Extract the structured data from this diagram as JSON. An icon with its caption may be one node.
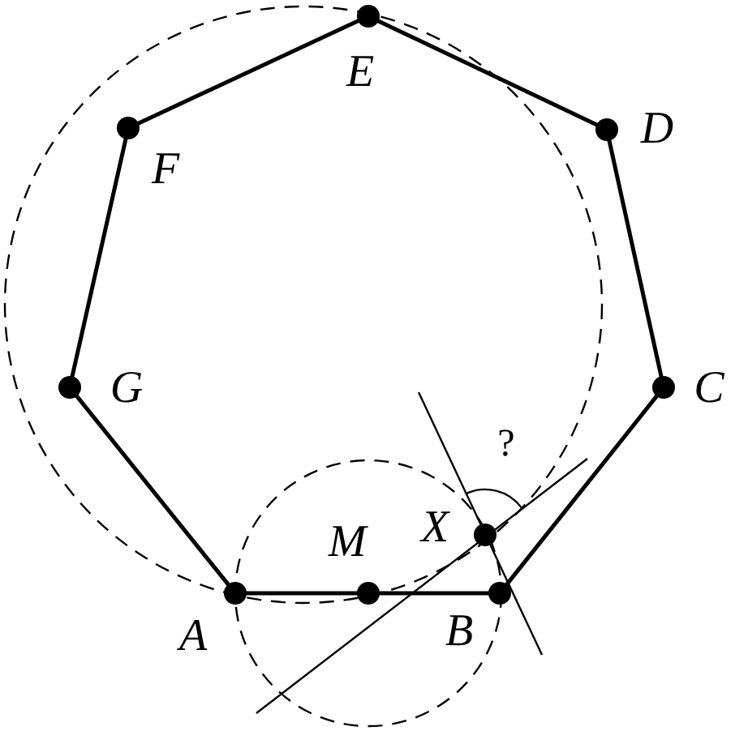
{
  "diagram": {
    "nodes": [
      {
        "text": [
          "E"
        ]
      },
      {
        "text": [
          "D"
        ]
      },
      {
        "text": [
          "F"
        ]
      },
      {
        "text": [
          "G"
        ]
      },
      {
        "text": [
          "C"
        ]
      },
      {
        "text": [
          "M"
        ]
      },
      {
        "text": [
          "X"
        ]
      },
      {
        "text": [
          "A"
        ]
      },
      {
        "text": [
          "B"
        ]
      }
    ],
    "edges": [
      {
        "from": 7,
        "to": 5,
        "arrow": "none"
      },
      {
        "from": 5,
        "to": 8,
        "arrow": "none"
      },
      {
        "from": 8,
        "to": 4,
        "arrow": "none"
      },
      {
        "from": 4,
        "to": 1,
        "arrow": "none"
      },
      {
        "from": 1,
        "to": 0,
        "arrow": "none"
      },
      {
        "from": 0,
        "to": 2,
        "arrow": "none"
      },
      {
        "from": 2,
        "to": 3,
        "arrow": "none"
      },
      {
        "from": 3,
        "to": 7,
        "arrow": "none"
      }
    ],
    "labels": [
      "?"
    ]
  }
}
